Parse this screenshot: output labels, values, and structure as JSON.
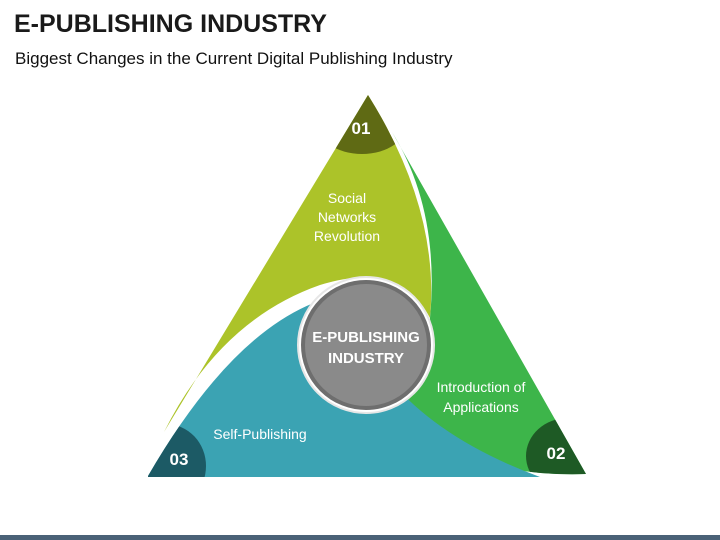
{
  "header": {
    "title": "E-PUBLISHING INDUSTRY",
    "subtitle": "Biggest Changes in the Current Digital Publishing Industry"
  },
  "center": {
    "line1": "E-PUBLISHING",
    "line2": "INDUSTRY"
  },
  "segments": [
    {
      "number": "01",
      "lines": [
        "Social",
        "Networks",
        "Revolution"
      ]
    },
    {
      "number": "02",
      "lines": [
        "Introduction of",
        "Applications"
      ]
    },
    {
      "number": "03",
      "lines": [
        "Self-Publishing"
      ]
    }
  ],
  "colors": {
    "segment_1": "#acc329",
    "segment_1_badge": "#5f6a14",
    "segment_2": "#3db54a",
    "segment_2_badge": "#1e5a25",
    "segment_3": "#3ba3b3",
    "segment_3_badge": "#1c5a65",
    "center_circle": "#8a8a8a",
    "center_ring": "#ffffff",
    "bottom_bar": "#4a6277"
  }
}
